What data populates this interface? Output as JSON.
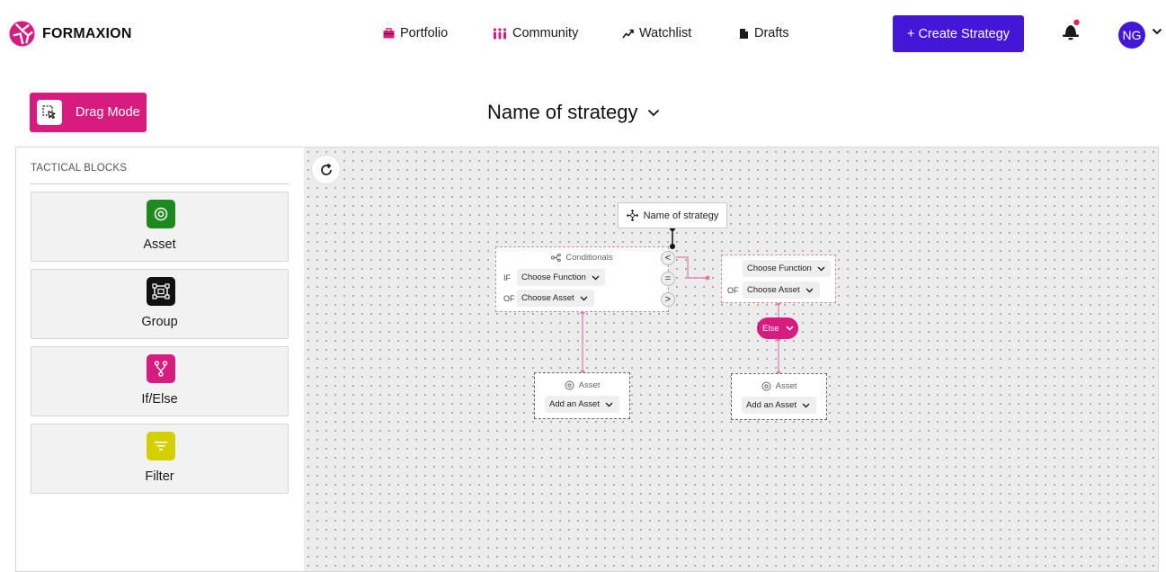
{
  "brand": {
    "name": "FORMAXION"
  },
  "nav": {
    "portfolio": "Portfolio",
    "community": "Community",
    "watchlist": "Watchlist",
    "drafts": "Drafts"
  },
  "header": {
    "create_label": "+ Create Strategy",
    "avatar_initials": "NG"
  },
  "toolbar": {
    "drag_mode_label": "Drag Mode",
    "strategy_title": "Name of strategy"
  },
  "sidebar": {
    "title": "TACTICAL BLOCKS",
    "blocks": [
      {
        "label": "Asset",
        "color": "#1e8a1e",
        "icon": "asset-icon"
      },
      {
        "label": "Group",
        "color": "#111111",
        "icon": "group-icon"
      },
      {
        "label": "If/Else",
        "color": "#d81b7e",
        "icon": "branch-icon"
      },
      {
        "label": "Filter",
        "color": "#d4d000",
        "icon": "filter-icon"
      }
    ]
  },
  "canvas": {
    "root_node_label": "Name of strategy",
    "conditionals": {
      "title": "Conditionals",
      "if_label": "IF",
      "of_label": "OF",
      "function_select": "Choose Function",
      "asset_select": "Choose Asset",
      "operators": [
        "<",
        "=",
        ">"
      ]
    },
    "comparison": {
      "function_select": "Choose Function",
      "of_label": "OF",
      "asset_select": "Choose Asset"
    },
    "else_label": "Else",
    "asset_left": {
      "title": "Asset",
      "select": "Add an Asset"
    },
    "asset_right": {
      "title": "Asset",
      "select": "Add an Asset"
    }
  },
  "colors": {
    "accent": "#4316d8",
    "brand_pink": "#d81b7e",
    "notification_dot": "#e0245e"
  }
}
